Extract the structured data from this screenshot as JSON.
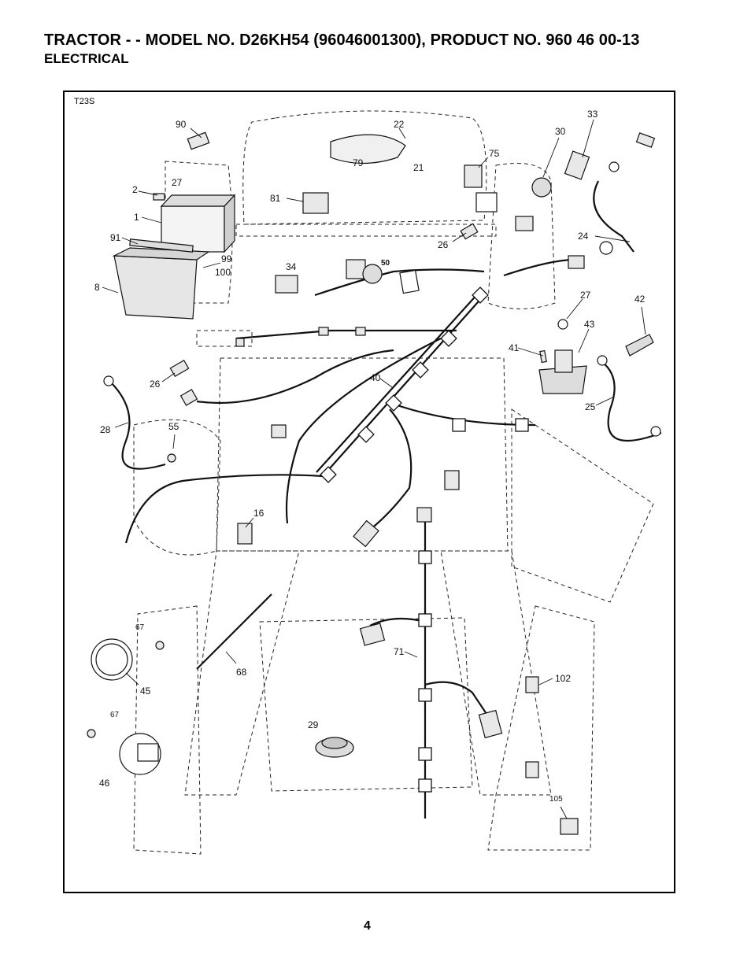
{
  "header": {
    "title": "TRACTOR - - MODEL NO. D26KH54 (96046001300), PRODUCT NO. 960 46 00-13",
    "section": "ELECTRICAL"
  },
  "diagram": {
    "code": "T23S",
    "callouts": [
      {
        "label": "90"
      },
      {
        "label": "22"
      },
      {
        "label": "33"
      },
      {
        "label": "30"
      },
      {
        "label": "27"
      },
      {
        "label": "2"
      },
      {
        "label": "1"
      },
      {
        "label": "79"
      },
      {
        "label": "21"
      },
      {
        "label": "75"
      },
      {
        "label": "81"
      },
      {
        "label": "24"
      },
      {
        "label": "91"
      },
      {
        "label": "26"
      },
      {
        "label": "99"
      },
      {
        "label": "100"
      },
      {
        "label": "34"
      },
      {
        "label": "50"
      },
      {
        "label": "8"
      },
      {
        "label": "27"
      },
      {
        "label": "42"
      },
      {
        "label": "43"
      },
      {
        "label": "41"
      },
      {
        "label": "26"
      },
      {
        "label": "40"
      },
      {
        "label": "25"
      },
      {
        "label": "28"
      },
      {
        "label": "55"
      },
      {
        "label": "16"
      },
      {
        "label": "67"
      },
      {
        "label": "68"
      },
      {
        "label": "71"
      },
      {
        "label": "45"
      },
      {
        "label": "102"
      },
      {
        "label": "67"
      },
      {
        "label": "29"
      },
      {
        "label": "46"
      },
      {
        "label": "105"
      }
    ]
  },
  "footer": {
    "page_number": "4"
  }
}
